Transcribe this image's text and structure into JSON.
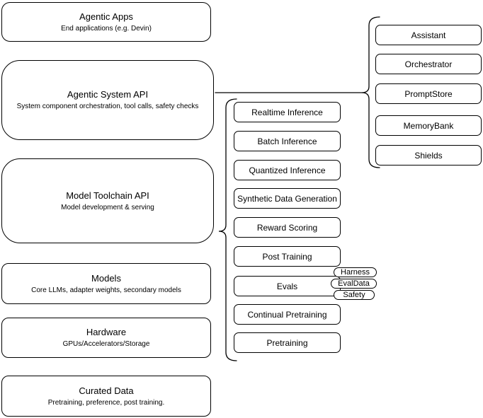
{
  "diagram": {
    "background_color": "#ffffff",
    "stroke_color": "#000000",
    "fill_color": "#ffffff",
    "layers": [
      {
        "title": "Agentic Apps",
        "subtitle": "End applications (e.g. Devin)"
      },
      {
        "title": "Agentic System API",
        "subtitle": "System component orchestration, tool calls, safety checks"
      },
      {
        "title": "Model Toolchain API",
        "subtitle": "Model development & serving"
      },
      {
        "title": "Models",
        "subtitle": "Core LLMs, adapter weights, secondary models"
      },
      {
        "title": "Hardware",
        "subtitle": "GPUs/Accelerators/Storage"
      },
      {
        "title": "Curated Data",
        "subtitle": "Pretraining, preference, post training."
      }
    ],
    "system_components": [
      "Assistant",
      "Orchestrator",
      "PromptStore",
      "MemoryBank",
      "Shields"
    ],
    "toolchain_services": [
      "Realtime Inference",
      "Batch Inference",
      "Quantized Inference",
      "Synthetic Data Generation",
      "Reward Scoring",
      "Post Training",
      "Evals",
      "Continual Pretraining",
      "Pretraining"
    ],
    "evals_tags": [
      "Harness",
      "EvalData",
      "Safety"
    ]
  }
}
